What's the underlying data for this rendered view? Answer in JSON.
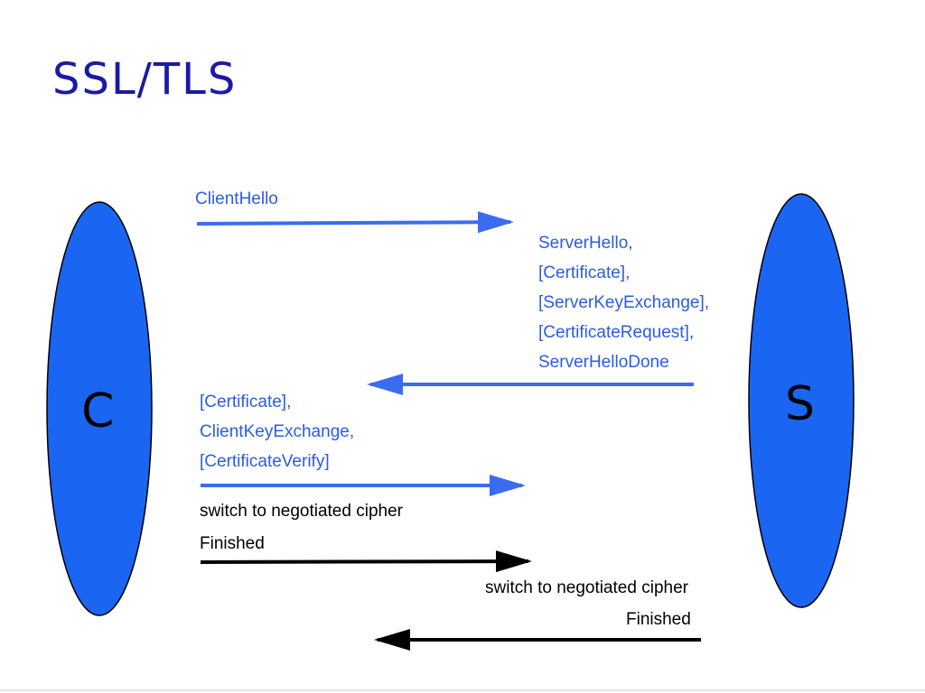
{
  "title": "SSL/TLS",
  "parties": {
    "client": "C",
    "server": "S"
  },
  "messages": {
    "client_hello": "ClientHello",
    "server_flight": [
      "ServerHello,",
      "[Certificate],",
      "[ServerKeyExchange],",
      "[CertificateRequest],",
      "ServerHelloDone"
    ],
    "client_flight": [
      "[Certificate],",
      "ClientKeyExchange,",
      "[CertificateVerify]"
    ],
    "client_switch": "switch to negotiated cipher",
    "client_finished": "Finished",
    "server_switch": "switch to negotiated cipher",
    "server_finished": "Finished"
  },
  "colors": {
    "title": "#1a1aa6",
    "ellipse_fill": "#1a66f2",
    "ellipse_stroke": "#000000",
    "message_text": "#2b5ce6",
    "arrow_blue": "#3a6cf0",
    "arrow_black": "#000000"
  }
}
